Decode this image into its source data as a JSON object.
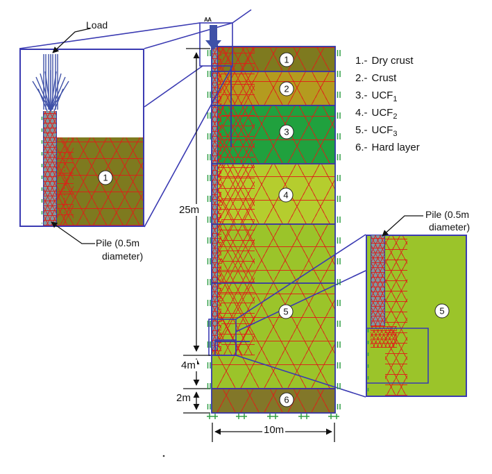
{
  "section_label": "AA",
  "annotations": {
    "load_label": "Load",
    "pile_left": {
      "line1": "Pile (0.5m",
      "line2": "diameter)"
    },
    "pile_right": {
      "line1": "Pile (0.5m",
      "line2": "diameter)"
    }
  },
  "dimensions": {
    "depth_main": "25m",
    "depth_tip": "4m",
    "depth_hard": "2m",
    "width": "10m"
  },
  "legend": {
    "items": [
      {
        "num": "1.-",
        "text": "Dry crust",
        "sub": ""
      },
      {
        "num": "2.-",
        "text": "Crust",
        "sub": ""
      },
      {
        "num": "3.-",
        "text": "UCF",
        "sub": "1"
      },
      {
        "num": "4.-",
        "text": "UCF",
        "sub": "2"
      },
      {
        "num": "5.-",
        "text": "UCF",
        "sub": "3"
      },
      {
        "num": "6.-",
        "text": "Hard layer",
        "sub": ""
      }
    ]
  },
  "badges": {
    "main": [
      "1",
      "2",
      "3",
      "4",
      "5",
      "6"
    ],
    "left_inset": "1",
    "right_inset": "5"
  },
  "colors": {
    "dry_crust": "#7e7a1f",
    "crust": "#b49b1f",
    "ucf1": "#20a13e",
    "ucf2": "#b5cd2e",
    "ucf3": "#9bc42a",
    "hard_layer": "#827729",
    "pile": "#7f99a1",
    "mesh_lines": "#de1e18",
    "geometry_lines": "#3237a8",
    "connector_lines": "#3a3ab2",
    "boundary_markers": "#2f9e44",
    "load_arrow": "#3f51a8"
  }
}
